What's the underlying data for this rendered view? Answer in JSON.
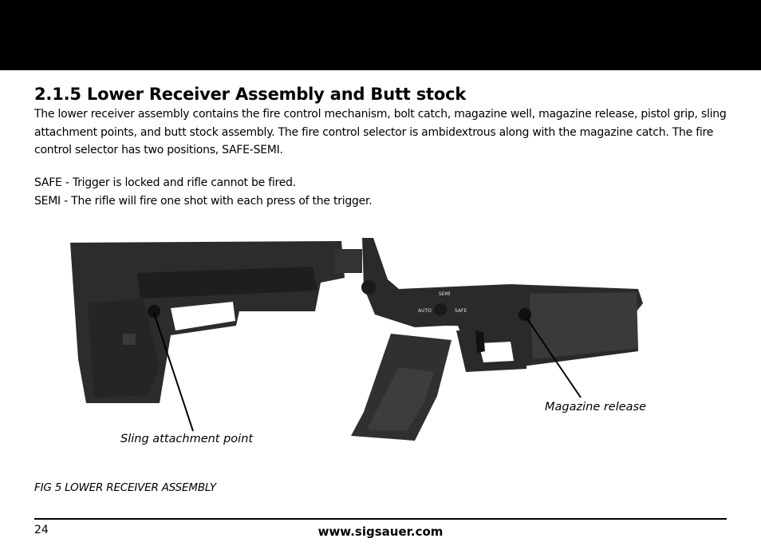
{
  "section": {
    "number": "2.1.5",
    "title": "Lower Receiver Assembly and Butt stock",
    "intro": "The lower receiver assembly contains the fire control mechanism, bolt catch, magazine well, magazine release, pistol grip, sling attachment points, and butt stock assembly. The fire control selector is ambidextrous along with the magazine catch.  The fire control selector has two positions, SAFE-SEMI.",
    "modes": [
      "SAFE - Trigger is locked and rifle cannot be fired.",
      "SEMI - The rifle will fire one shot with each press of the trigger."
    ]
  },
  "figure": {
    "selector_marks": [
      "SEMI",
      "AUTO",
      "SAFE"
    ],
    "callouts": {
      "magazine_release": "Magazine release",
      "sling_attachment": "Sling attachment point"
    },
    "caption": "FIG 5 LOWER RECEIVER ASSEMBLY"
  },
  "footer": {
    "page_number": "24",
    "url": "www.sigsauer.com"
  }
}
